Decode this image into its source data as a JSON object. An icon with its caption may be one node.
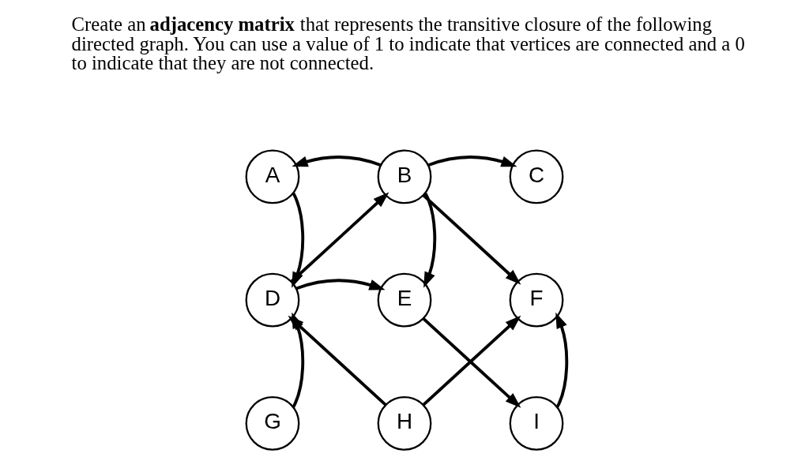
{
  "diagram": {
    "nodes": [
      {
        "text": [
          "A"
        ]
      },
      {
        "text": [
          "B"
        ]
      },
      {
        "text": [
          "C"
        ]
      },
      {
        "text": [
          "D"
        ]
      },
      {
        "text": [
          "E"
        ]
      },
      {
        "text": [
          "F"
        ]
      },
      {
        "text": [
          "G"
        ]
      },
      {
        "text": [
          "H"
        ]
      },
      {
        "text": [
          "I"
        ]
      }
    ],
    "edges": [
      {
        "from": 1,
        "to": 0,
        "arrow": "to"
      },
      {
        "from": 1,
        "to": 2,
        "arrow": "to"
      },
      {
        "from": 0,
        "to": 3,
        "arrow": "to"
      },
      {
        "from": 3,
        "to": 1,
        "arrow": "to"
      },
      {
        "from": 1,
        "to": 4,
        "arrow": "to"
      },
      {
        "from": 1,
        "to": 5,
        "arrow": "to"
      },
      {
        "from": 3,
        "to": 4,
        "arrow": "to"
      },
      {
        "from": 6,
        "to": 3,
        "arrow": "to"
      },
      {
        "from": 7,
        "to": 3,
        "arrow": "to"
      },
      {
        "from": 4,
        "to": 8,
        "arrow": "to"
      },
      {
        "from": 7,
        "to": 5,
        "arrow": "to"
      },
      {
        "from": 8,
        "to": 5,
        "arrow": "to"
      }
    ],
    "labels": [
      "Create an **adjacency matrix** that represents the transitive closure of the following directed graph. You can use a value of 1 to indicate that vertices are connected and a 0 to indicate that they are not connected."
    ]
  }
}
